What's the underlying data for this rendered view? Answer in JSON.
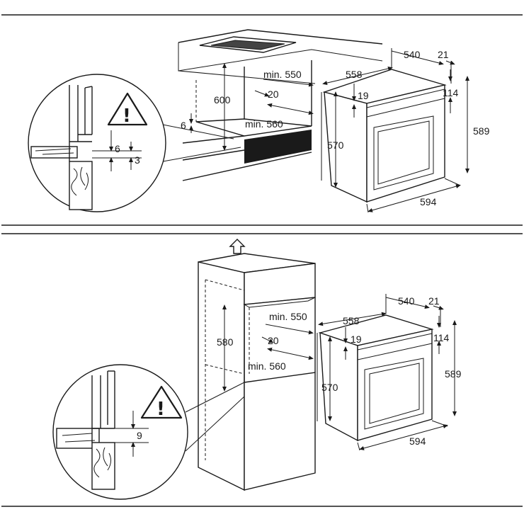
{
  "top_panel": {
    "labels": {
      "d600": "600",
      "d6_left": "6",
      "min550": "min. 550",
      "d20": "20",
      "min560": "min. 560",
      "d558": "558",
      "d540": "540",
      "d21": "21",
      "d19": "19",
      "d114": "114",
      "d589": "589",
      "d570": "570",
      "d594": "594",
      "detail_6": "6",
      "detail_3": "3"
    }
  },
  "bottom_panel": {
    "labels": {
      "d580": "580",
      "min550": "min. 550",
      "d20": "20",
      "min560": "min. 560",
      "d558": "558",
      "d540": "540",
      "d21": "21",
      "d19": "19",
      "d114": "114",
      "d589": "589",
      "d570": "570",
      "d594": "594",
      "detail_9": "9"
    }
  },
  "icons": {
    "warning": "warning-triangle-icon",
    "arrow": "up-arrow-icon"
  },
  "colors": {
    "line": "#1a1a1a",
    "background": "#ffffff"
  }
}
